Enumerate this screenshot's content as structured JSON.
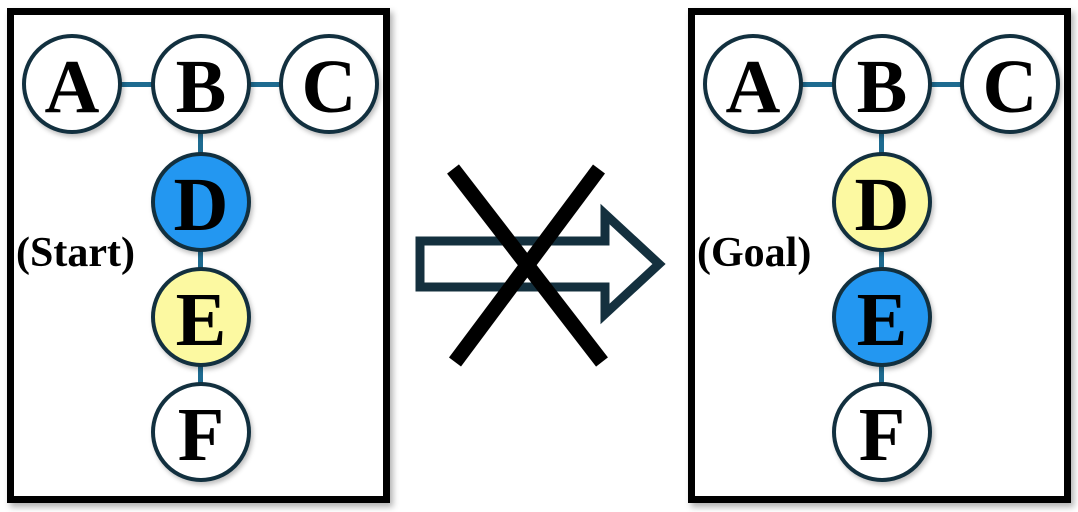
{
  "colors": {
    "background": "#FFFFFF",
    "panel-border": "#000000",
    "node-border": "#12303F",
    "node-fill-white": "#FFFFFF",
    "node-fill-blue": "#2397F1",
    "node-fill-yellow": "#FCF9A1",
    "edge-line": "#1E6B90",
    "arrow-outline": "#14303E",
    "arrow-fill": "#FFFFFF",
    "cross-color": "#000000"
  },
  "graph": {
    "edges": [
      "A-B",
      "B-C",
      "B-D",
      "D-E",
      "E-F"
    ]
  },
  "panels": [
    {
      "label": "(Start)",
      "nodes": [
        {
          "label": "A",
          "fill": "#FFFFFF"
        },
        {
          "label": "B",
          "fill": "#FFFFFF"
        },
        {
          "label": "C",
          "fill": "#FFFFFF"
        },
        {
          "label": "D",
          "fill": "#2397F1"
        },
        {
          "label": "E",
          "fill": "#FCF9A1"
        },
        {
          "label": "F",
          "fill": "#FFFFFF"
        }
      ]
    },
    {
      "label": "(Goal)",
      "nodes": [
        {
          "label": "A",
          "fill": "#FFFFFF"
        },
        {
          "label": "B",
          "fill": "#FFFFFF"
        },
        {
          "label": "C",
          "fill": "#FFFFFF"
        },
        {
          "label": "D",
          "fill": "#FCF9A1"
        },
        {
          "label": "E",
          "fill": "#2397F1"
        },
        {
          "label": "F",
          "fill": "#FFFFFF"
        }
      ]
    }
  ],
  "icons": {
    "arrow": "right-arrow-icon",
    "cross": "cross-out-icon"
  }
}
